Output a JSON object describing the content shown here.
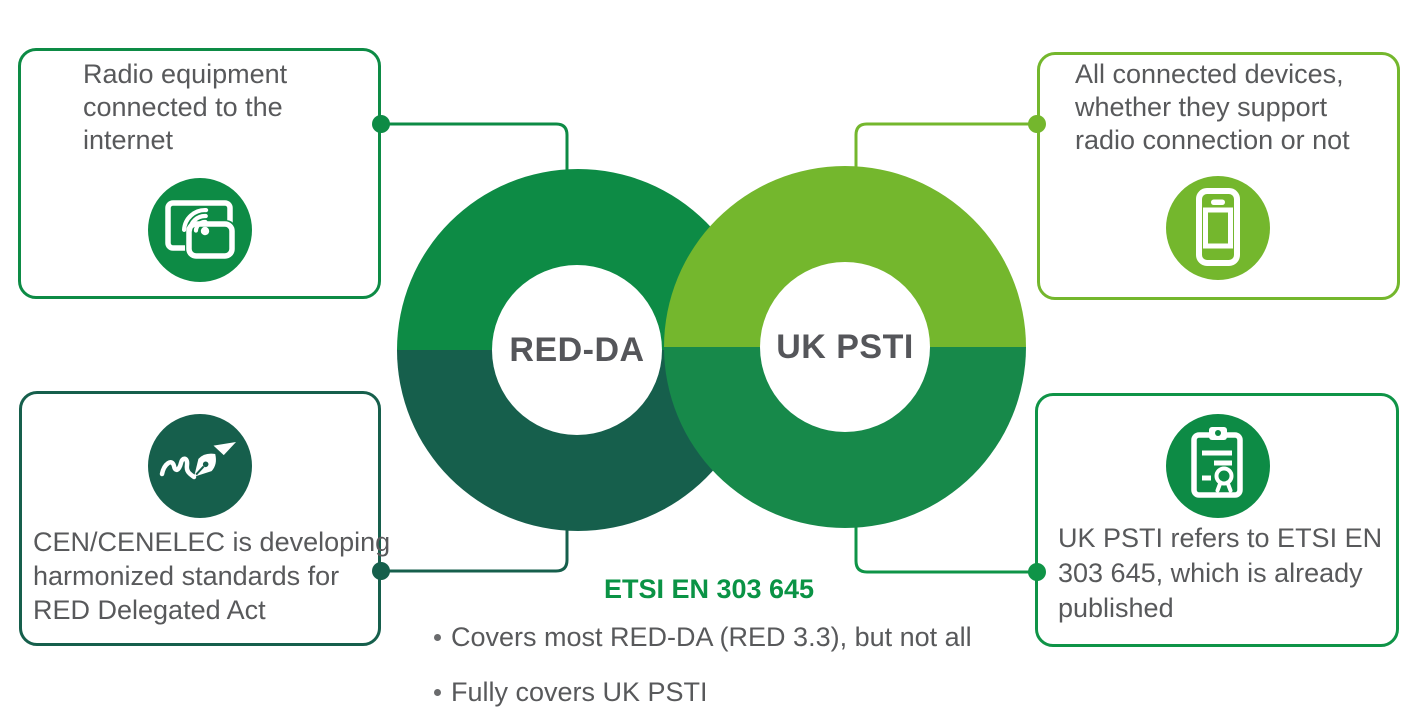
{
  "palette": {
    "medium_green": "#0D8B45",
    "dark_teal_green": "#165F4C",
    "light_green": "#74B72D",
    "bottom_right_green": "#0F9447",
    "venn_right_bottom": "#17894A",
    "text_gray": "#58595B",
    "label_gray": "#55565A",
    "heading_green": "#0A9345"
  },
  "venn": {
    "left_label": "RED-DA",
    "right_label": "UK PSTI"
  },
  "boxes": {
    "top_left": {
      "lines": [
        "Radio equipment",
        "connected to the",
        "internet"
      ],
      "icon": "screen-cast-icon"
    },
    "top_right": {
      "lines": [
        "All connected devices,",
        "whether they support",
        "radio connection or not"
      ],
      "icon": "smartphone-icon"
    },
    "bottom_left": {
      "lines": [
        "CEN/CENELEC is developing",
        "harmonized standards for",
        "RED Delegated Act"
      ],
      "icon": "pen-signature-icon"
    },
    "bottom_right": {
      "lines": [
        "UK PSTI refers to ETSI EN",
        "303 645, which is already",
        "published"
      ],
      "icon": "certificate-clipboard-icon"
    }
  },
  "footer": {
    "heading": "ETSI EN 303 645",
    "bullets": [
      "Covers most RED-DA (RED 3.3), but not all",
      "Fully covers UK PSTI"
    ]
  }
}
